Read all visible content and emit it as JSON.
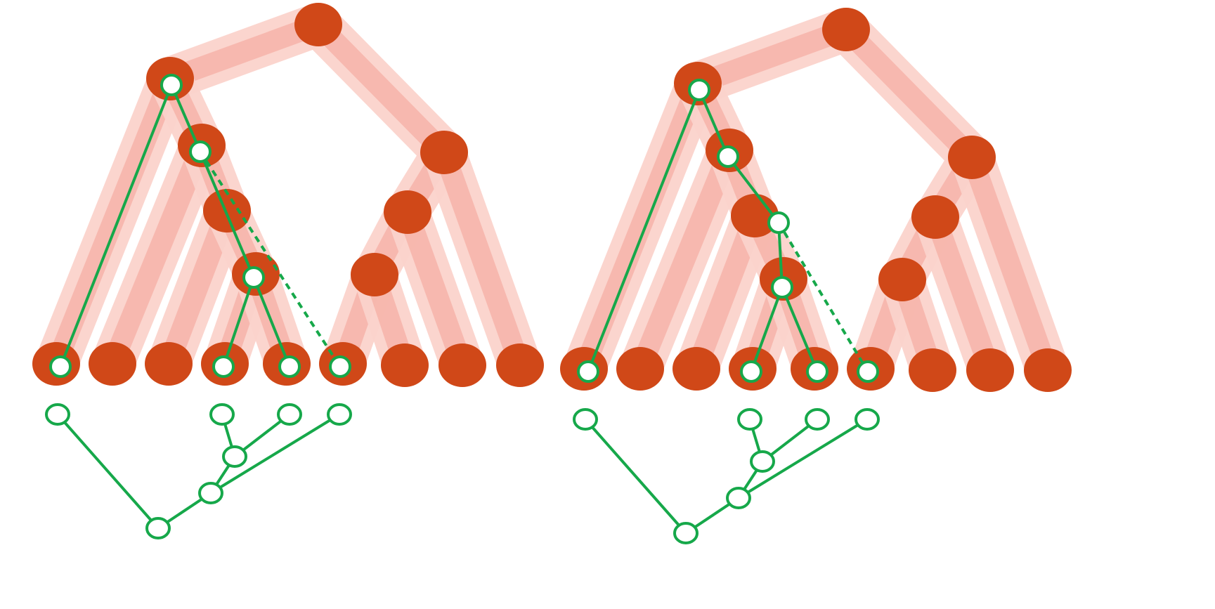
{
  "colors": {
    "species_node": "#d04818",
    "species_branch_light": "#fbd3cc",
    "species_branch_mid": "#f4a296",
    "gene_tree": "#16a84a",
    "gene_node_fill": "#ffffff"
  },
  "panels": [
    {
      "id": "left",
      "description_name": "reconciliation-panel-left"
    },
    {
      "id": "right",
      "description_name": "reconciliation-panel-right"
    }
  ]
}
